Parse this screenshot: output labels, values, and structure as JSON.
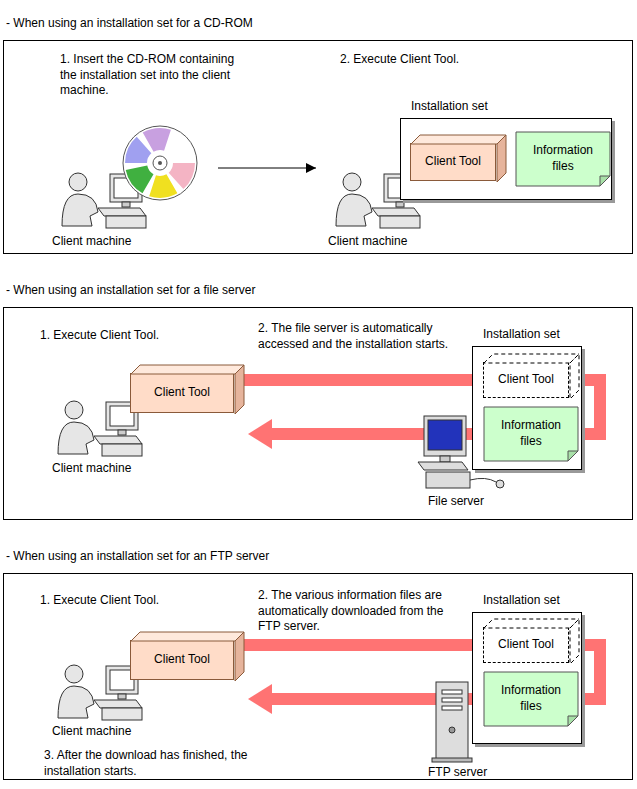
{
  "diagram": {
    "nodes": [
      {
        "text": [
          "- When using an installation set for a CD-ROM"
        ]
      },
      {
        "text": [
          "Installation set"
        ],
        "in": 0
      },
      {
        "text": [
          "Client Tool"
        ],
        "in": 1
      },
      {
        "text": [
          "Information files"
        ],
        "in": 1
      },
      {
        "text": [
          "- When using an installation set for a file server"
        ]
      },
      {
        "text": [
          "Client Tool"
        ],
        "in": 4
      },
      {
        "text": [
          "Installation set"
        ],
        "in": 4
      },
      {
        "text": [
          "Client Tool"
        ],
        "in": 6
      },
      {
        "text": [
          "Information files"
        ],
        "in": 6
      },
      {
        "text": [
          "- When using an installation set for an FTP server"
        ]
      },
      {
        "text": [
          "Client Tool"
        ],
        "in": 9
      },
      {
        "text": [
          "Installation set"
        ],
        "in": 9
      },
      {
        "text": [
          "Client Tool"
        ],
        "in": 11
      },
      {
        "text": [
          "Information files"
        ],
        "in": 11
      }
    ],
    "edges": [
      {
        "from": 6,
        "to": 5,
        "arrow": "to"
      },
      {
        "from": 11,
        "to": 10,
        "arrow": "to"
      }
    ],
    "labels": [
      "1. Insert the CD-ROM containing the installation set into the client machine.",
      "2. Execute Client Tool.",
      "Client machine",
      "Client machine",
      "1. Execute Client Tool.",
      "2. The file server is automatically accessed and the installation starts.",
      "Client machine",
      "File server",
      "1. Execute Client Tool.",
      "2. The various information files are automatically downloaded from the FTP server.",
      "Client machine",
      "3. After the download has finished, the installation starts.",
      "FTP server"
    ]
  }
}
